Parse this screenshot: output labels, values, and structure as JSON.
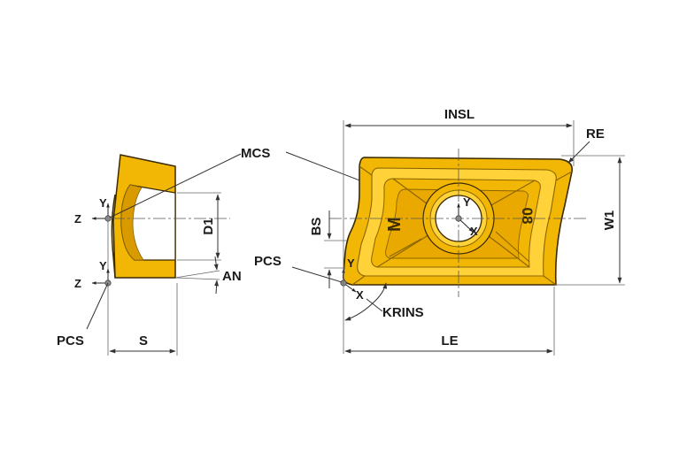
{
  "colors": {
    "insert_fill": "#f2b705",
    "insert_light": "#ffd23a",
    "insert_shadow": "#d99a00",
    "outline": "#3a2a00",
    "line": "#333333",
    "point": "#7a7a7a"
  },
  "labels": {
    "mcs": "MCS",
    "pcs_left": "PCS",
    "pcs_right": "PCS",
    "insl": "INSL",
    "re": "RE",
    "w1": "W1",
    "d1": "D1",
    "an": "AN",
    "s": "S",
    "bs": "BS",
    "le": "LE",
    "krins": "KRINS"
  },
  "axes": {
    "left_mcs_y": "Y",
    "left_mcs_z": "Z",
    "left_pcs_y": "Y",
    "left_pcs_z": "Z",
    "right_mcs_y": "Y",
    "right_mcs_x": "X",
    "right_pcs_y": "Y",
    "right_pcs_x": "X"
  },
  "insert_marking": "08",
  "logo_glyph": "M"
}
